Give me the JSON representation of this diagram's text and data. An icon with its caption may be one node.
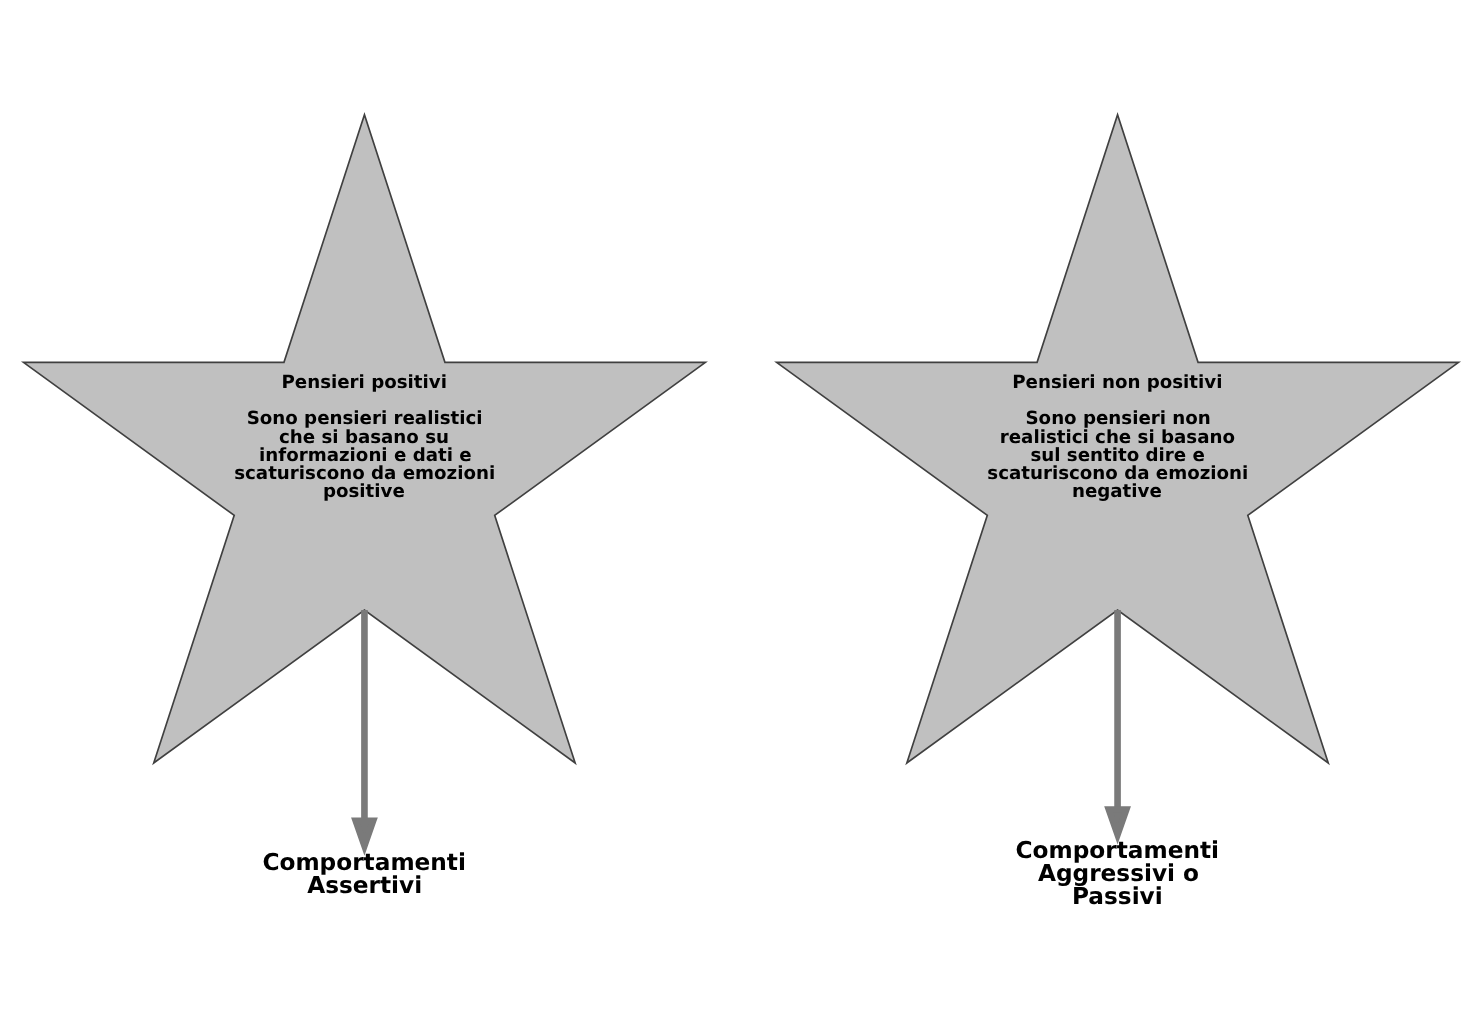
{
  "diagram": {
    "nodes": [
      {
        "text": [
          "Pensieri positivi",
          "Sono pensieri realistici che si basano su informazioni e dati e scaturiscono da emozioni positive"
        ]
      },
      {
        "text": [
          "Pensieri non positivi",
          "Sono pensieri non realistici che si basano sul sentito dire e scaturiscono da emozioni negative"
        ]
      },
      {
        "text": [
          "Comportamenti Assertivi"
        ]
      },
      {
        "text": [
          "Comportamenti Aggressivi o Passivi"
        ]
      }
    ],
    "edges": [
      {
        "from": 0,
        "to": 2,
        "arrow": "to"
      },
      {
        "from": 1,
        "to": 3,
        "arrow": "to"
      }
    ]
  }
}
